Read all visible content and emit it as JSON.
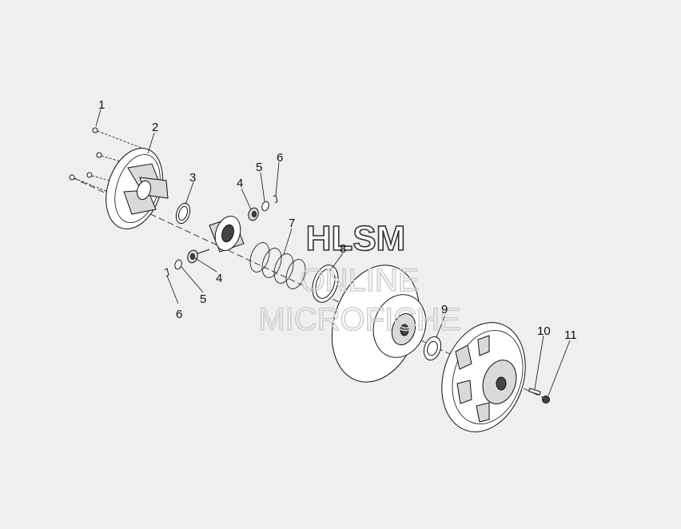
{
  "watermark": {
    "line1": "HLSM",
    "line2": "ONLINE",
    "line3": "MICROFICHE"
  },
  "callouts": [
    {
      "id": "1",
      "text": "1"
    },
    {
      "id": "2",
      "text": "2"
    },
    {
      "id": "3",
      "text": "3"
    },
    {
      "id": "4a",
      "text": "4"
    },
    {
      "id": "5a",
      "text": "5"
    },
    {
      "id": "6a",
      "text": "6"
    },
    {
      "id": "7",
      "text": "7"
    },
    {
      "id": "8",
      "text": "8"
    },
    {
      "id": "4b",
      "text": "4"
    },
    {
      "id": "5b",
      "text": "5"
    },
    {
      "id": "6b",
      "text": "6"
    },
    {
      "id": "9",
      "text": "9"
    },
    {
      "id": "10",
      "text": "10"
    },
    {
      "id": "11",
      "text": "11"
    }
  ]
}
